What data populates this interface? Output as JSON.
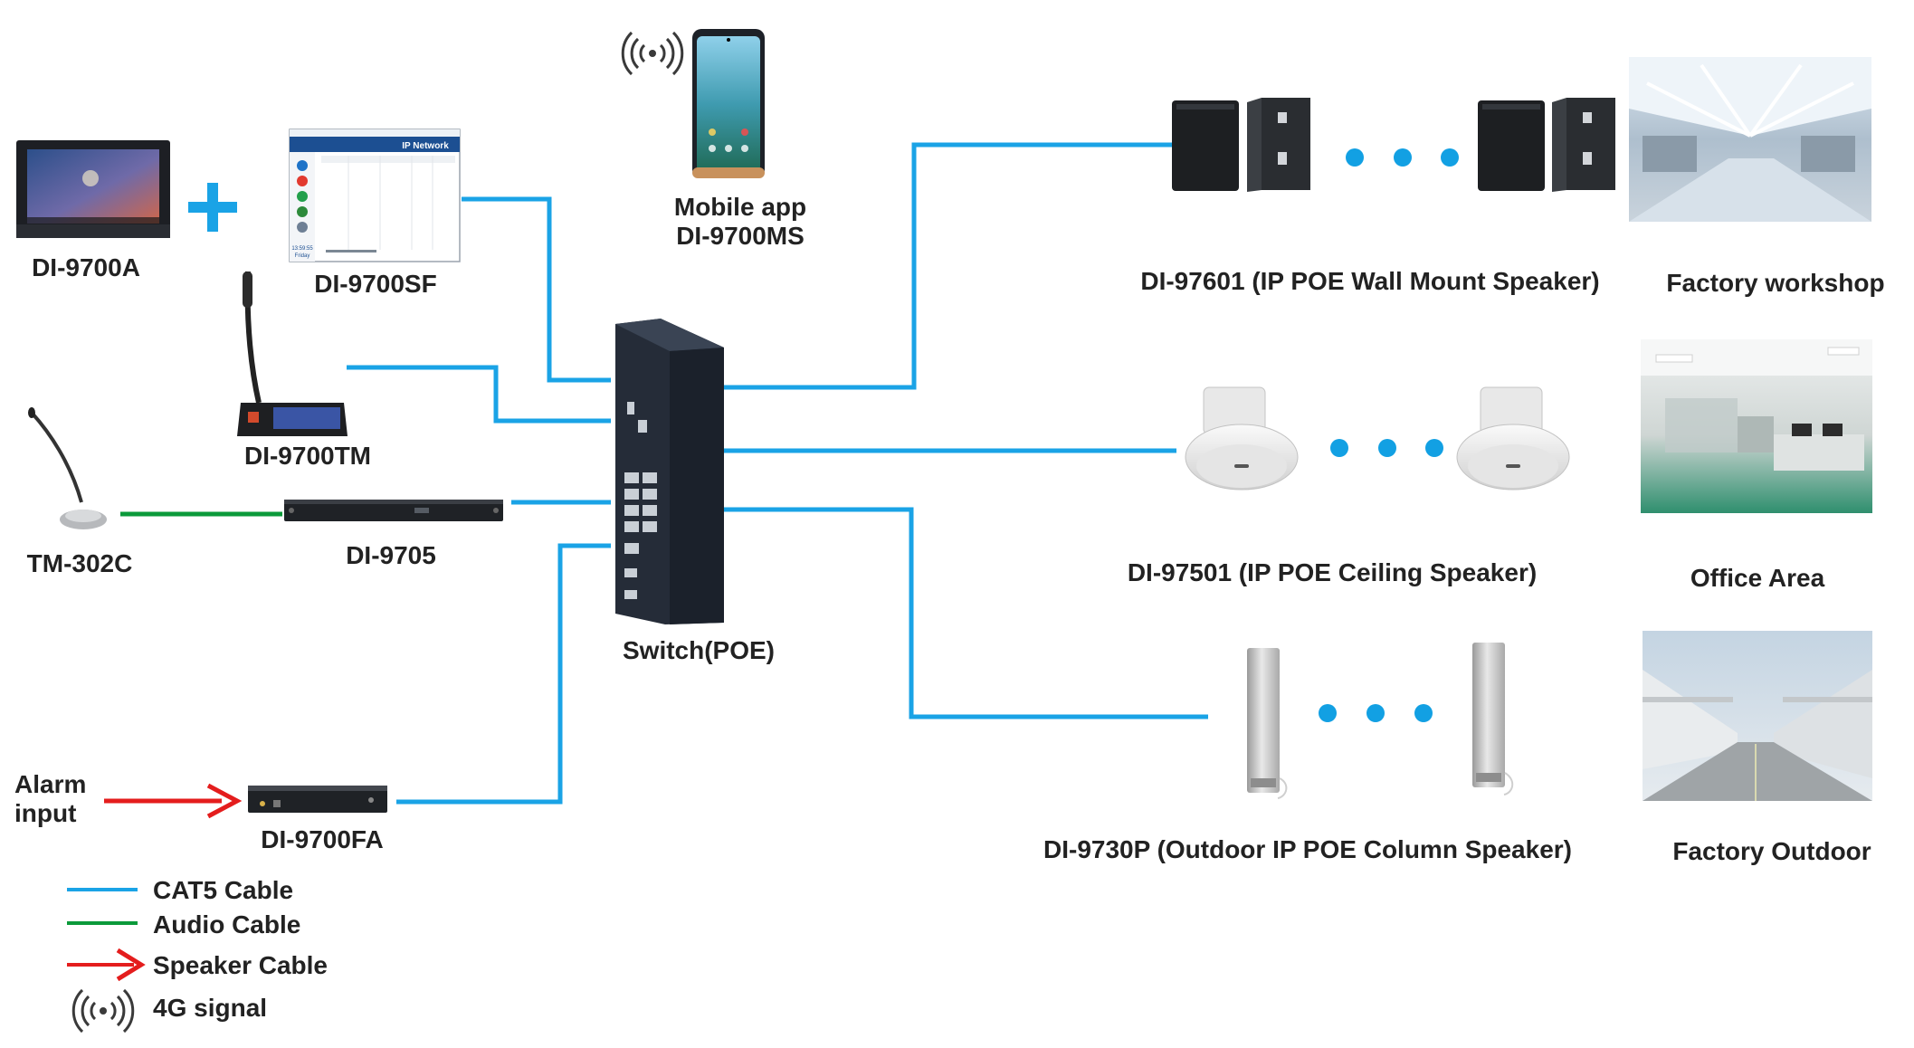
{
  "colors": {
    "cat5": "#1aa3e6",
    "audio": "#0b9a3a",
    "speaker": "#e41d1d",
    "dot": "#12a0e3",
    "device_dark": "#232b36",
    "label": "#222222"
  },
  "devices": {
    "di_9700a": "DI-9700A",
    "di_9700sf": "DI-9700SF",
    "mobile_app_line1": "Mobile app",
    "mobile_app_line2": "DI-9700MS",
    "di_9700tm": "DI-9700TM",
    "tm_302c": "TM-302C",
    "di_9705": "DI-9705",
    "switch": "Switch(POE)",
    "di_9700fa": "DI-9700FA",
    "alarm_line1": "Alarm",
    "alarm_line2": "input"
  },
  "speakers": {
    "wall": "DI-97601 (IP POE Wall Mount Speaker)",
    "ceiling": "DI-97501  (IP POE Ceiling Speaker)",
    "column": "DI-9730P (Outdoor IP POE Column Speaker)"
  },
  "areas": {
    "workshop": "Factory workshop",
    "office": "Office Area",
    "outdoor": "Factory Outdoor"
  },
  "sf_window": {
    "title": "IP Network",
    "clock": "13:59:55",
    "day": "Friday"
  },
  "legend": [
    {
      "label": "CAT5 Cable",
      "kind": "cat5"
    },
    {
      "label": "Audio Cable",
      "kind": "audio"
    },
    {
      "label": "Speaker Cable",
      "kind": "speaker"
    },
    {
      "label": "4G signal",
      "kind": "4g"
    }
  ]
}
